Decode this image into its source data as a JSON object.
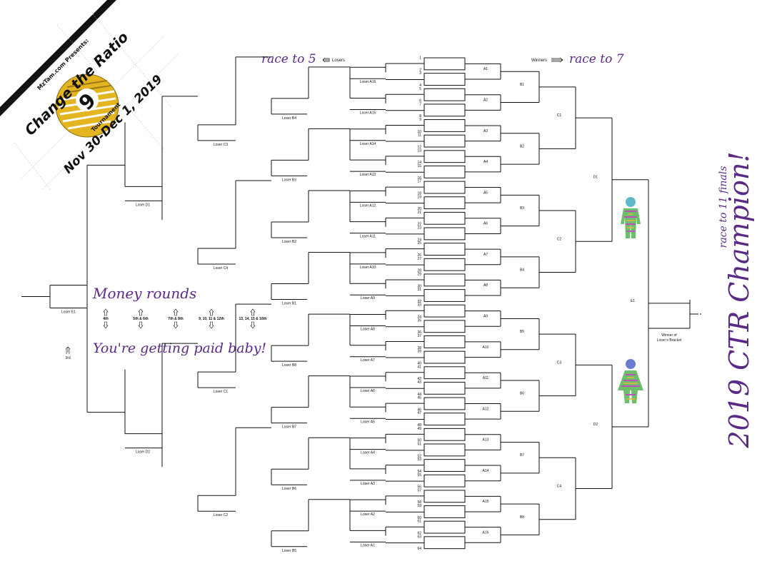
{
  "logo": {
    "presents": "MzTam.com Presents:",
    "title": "Change the Ratio",
    "number": "9",
    "tournament": "Tournament",
    "dates": "Nov 30-Dec 1, 2019"
  },
  "header": {
    "losers_race": "race to 5",
    "losers_label": "Losers",
    "winners_label": "Winners",
    "winners_race": "race to 7"
  },
  "side": {
    "finals_race": "race to 11 finals",
    "champion": "2019 CTR Champion!"
  },
  "money": {
    "title": "Money rounds",
    "subtitle": "You're getting paid baby!",
    "places": [
      "4th",
      "5th & 6th",
      "7th & 8th",
      "9, 10, 11 & 12th",
      "13, 14, 15 & 16th"
    ],
    "third": "3rd"
  },
  "winners": {
    "slots": [
      "1",
      "2",
      "3",
      "4",
      "5",
      "6",
      "7",
      "8",
      "9",
      "10",
      "11",
      "12",
      "13",
      "14",
      "15",
      "16",
      "17",
      "18",
      "19",
      "20",
      "21",
      "22",
      "23",
      "24",
      "25",
      "26",
      "27",
      "28",
      "29",
      "30",
      "31",
      "32",
      "33",
      "34",
      "35",
      "36",
      "37",
      "38",
      "39",
      "40",
      "41",
      "42",
      "43",
      "44",
      "45",
      "46",
      "47",
      "48",
      "49",
      "50",
      "51",
      "52",
      "53",
      "54",
      "55",
      "56",
      "57",
      "58",
      "59",
      "60",
      "61",
      "62",
      "63",
      "64"
    ],
    "a_labels": [
      "A1",
      "A2",
      "A3",
      "A4",
      "A5",
      "A6",
      "A7",
      "A8",
      "A9",
      "A10",
      "A11",
      "A12",
      "A13",
      "A14",
      "A15",
      "A16"
    ],
    "b_labels": [
      "B1",
      "B2",
      "B3",
      "B4",
      "B5",
      "B6",
      "B7",
      "B8"
    ],
    "c_labels": [
      "C1",
      "C2",
      "C3",
      "C4"
    ],
    "d_labels": [
      "D1",
      "D2"
    ],
    "e_label": "E1",
    "winner_losers_bracket": "Winner of Loser's Bracket"
  },
  "losers": {
    "r1_labels": [
      "Loser A16",
      "Loser A15",
      "Loser A14",
      "Loser A13",
      "Loser A12",
      "Loser A11",
      "Loser A10",
      "Loser A9",
      "Loser A8",
      "Loser A7",
      "Loser A6",
      "Loser A5",
      "Loser A4",
      "Loser A3",
      "Loser A2",
      "Loser A1"
    ],
    "r2_labels": [
      "Loser B4",
      "Loser B3",
      "Loser B2",
      "Loser B1",
      "Loser B8",
      "Loser B7",
      "Loser B6",
      "Loser B5"
    ],
    "r3_labels": [
      "Loser C3",
      "Loser C4",
      "Loser C1",
      "Loser C2"
    ],
    "r4_labels": [
      "Loser D1",
      "Loser D2"
    ],
    "r5_label": "Loser E1"
  }
}
